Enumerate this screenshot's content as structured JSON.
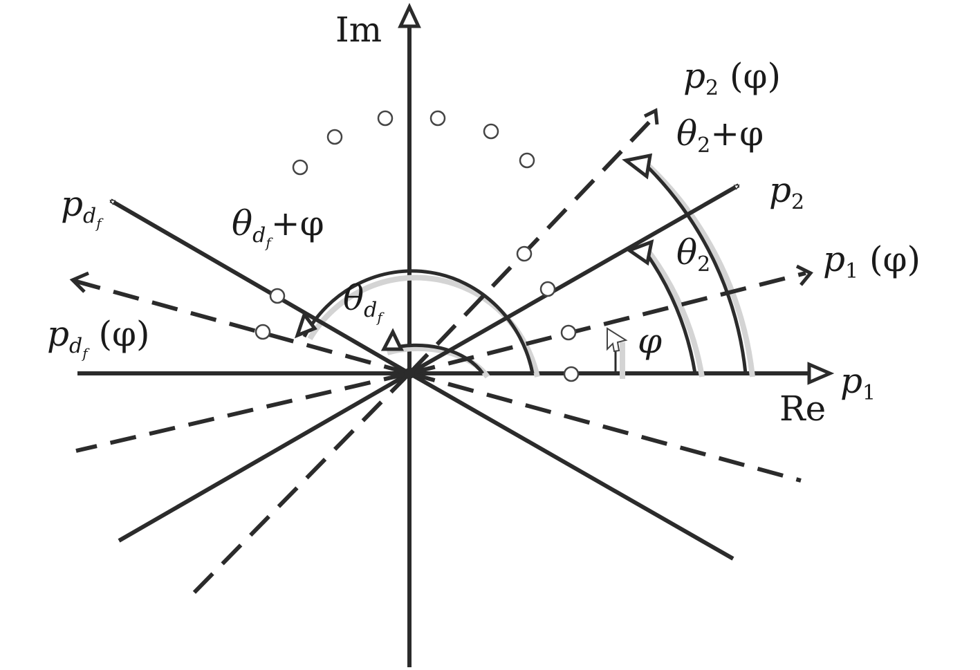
{
  "colors": {
    "ink": "#2b2b2b",
    "shadow": "#d4d4d4",
    "marker": "#444444",
    "background": "#ffffff"
  },
  "axes": {
    "real_label": "Re",
    "imag_label": "Im",
    "real_end_label_base": "p",
    "real_end_label_sub": "1"
  },
  "labels": {
    "p2_phi": {
      "base": "p",
      "sub": "2",
      "suffix": " (φ)"
    },
    "theta2_plus_phi": {
      "base": "θ",
      "sub": "2",
      "suffix": "+φ"
    },
    "p2": {
      "base": "p",
      "sub": "2"
    },
    "p1_phi": {
      "base": "p",
      "sub": "1",
      "suffix": " (φ)"
    },
    "theta2": {
      "base": "θ",
      "sub": "2"
    },
    "phi": {
      "text": "φ"
    },
    "pdf": {
      "base": "p",
      "sub": "d",
      "subsub": "f"
    },
    "theta_df_plus_phi": {
      "base": "θ",
      "sub": "d",
      "subsub": "f",
      "suffix": "+φ"
    },
    "theta_df": {
      "base": "θ",
      "sub": "d",
      "subsub": "f"
    },
    "pdf_phi": {
      "base": "p",
      "sub": "d",
      "subsub": "f",
      "suffix": " (φ)"
    }
  },
  "icons": {
    "vector_arrowhead": "open-triangle-arrow-icon",
    "rotated_arrowhead": "small-arrow-icon",
    "root_marker": "circle-marker-icon",
    "cursor": "mouse-pointer-icon"
  }
}
